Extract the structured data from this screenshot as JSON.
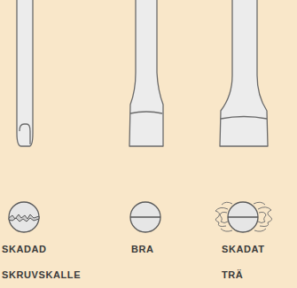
{
  "diagram": {
    "labels": [
      "SKADAD SKRUVSKALLE",
      "BRA",
      "SKADAT TRÄ"
    ]
  }
}
